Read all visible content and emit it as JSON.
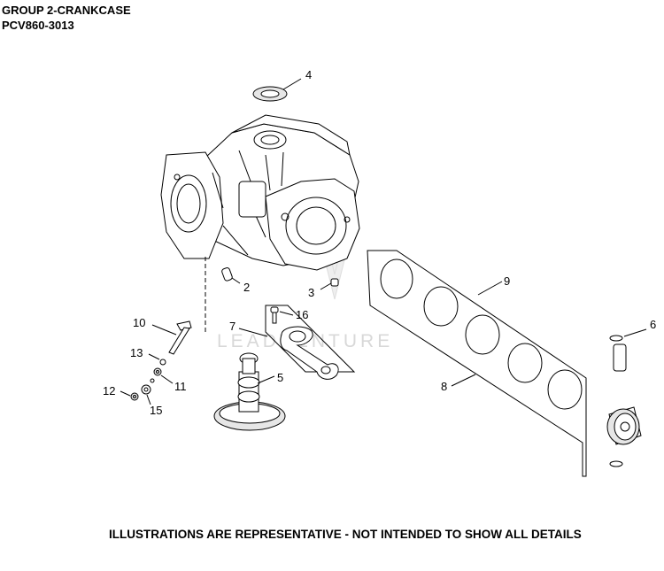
{
  "header": {
    "title": "GROUP 2-CRANKCASE",
    "model": "PCV860-3013"
  },
  "footer": {
    "disclaimer": "ILLUSTRATIONS ARE REPRESENTATIVE - NOT INTENDED TO SHOW ALL DETAILS"
  },
  "watermark": "LEADVENTURE",
  "callouts": [
    "2",
    "3",
    "4",
    "5",
    "6",
    "7",
    "8",
    "9",
    "10",
    "11",
    "12",
    "13",
    "15",
    "16"
  ]
}
